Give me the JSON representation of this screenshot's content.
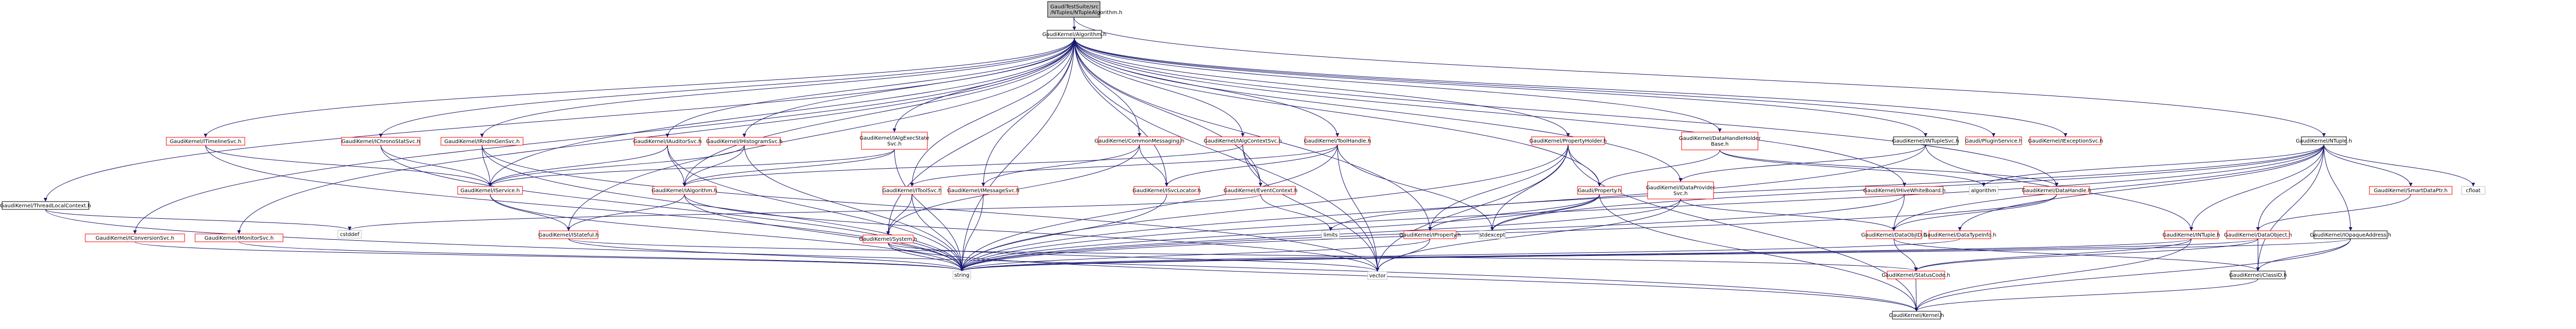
{
  "diagram": {
    "title": "Include dependency graph for GaudiTestSuite/src/NTuples/NTupleAlgorithm.h",
    "colors": {
      "edge": "#191970",
      "root_fill": "#bfbfbf",
      "root_border": "#000000",
      "documented_border": "#000000",
      "truncated_border": "#ff0000",
      "external_border": "#bfbfbf",
      "node_fill": "#ffffff"
    },
    "nodes": [
      {
        "id": "root",
        "lines": [
          "GaudiTestSuite/src",
          "/NTuples/NTupleAlgorithm.h"
        ],
        "kind": "root"
      },
      {
        "id": "algorithm_h",
        "lines": [
          "GaudiKernel/Algorithm.h"
        ],
        "kind": "documented"
      },
      {
        "id": "ntuple_h",
        "lines": [
          "GaudiKernel/NTuple.h"
        ],
        "kind": "documented"
      },
      {
        "id": "threadlocal",
        "lines": [
          "GaudiKernel/ThreadLocalContext.h"
        ],
        "kind": "documented"
      },
      {
        "id": "itimeline",
        "lines": [
          "GaudiKernel/ITimelineSvc.h"
        ],
        "kind": "truncated"
      },
      {
        "id": "ichrono",
        "lines": [
          "GaudiKernel/IChronoStatSvc.h"
        ],
        "kind": "truncated"
      },
      {
        "id": "irndm",
        "lines": [
          "GaudiKernel/IRndmGenSvc.h"
        ],
        "kind": "truncated"
      },
      {
        "id": "iauditor",
        "lines": [
          "GaudiKernel/IAuditorSvc.h"
        ],
        "kind": "truncated"
      },
      {
        "id": "ihisto",
        "lines": [
          "GaudiKernel/IHistogramSvc.h"
        ],
        "kind": "truncated"
      },
      {
        "id": "iexecstate",
        "lines": [
          "GaudiKernel/IAlgExecState",
          "Svc.h"
        ],
        "kind": "truncated"
      },
      {
        "id": "commonmsg",
        "lines": [
          "GaudiKernel/CommonMessaging.h"
        ],
        "kind": "truncated"
      },
      {
        "id": "ialgctx",
        "lines": [
          "GaudiKernel/IAlgContextSvc.h"
        ],
        "kind": "truncated"
      },
      {
        "id": "toolhandle",
        "lines": [
          "GaudiKernel/ToolHandle.h"
        ],
        "kind": "truncated"
      },
      {
        "id": "propholder",
        "lines": [
          "GaudiKernel/PropertyHolder.h"
        ],
        "kind": "truncated"
      },
      {
        "id": "dhholder",
        "lines": [
          "GaudiKernel/DataHandleHolder",
          "Base.h"
        ],
        "kind": "truncated"
      },
      {
        "id": "intuplesvc",
        "lines": [
          "GaudiKernel/INTupleSvc.h"
        ],
        "kind": "documented"
      },
      {
        "id": "pluginsvc",
        "lines": [
          "Gaudi/PluginService.h"
        ],
        "kind": "truncated"
      },
      {
        "id": "iexception",
        "lines": [
          "GaudiKernel/IExceptionSvc.h"
        ],
        "kind": "truncated"
      },
      {
        "id": "iconversion",
        "lines": [
          "GaudiKernel/IConversionSvc.h"
        ],
        "kind": "truncated"
      },
      {
        "id": "imonitor",
        "lines": [
          "GaudiKernel/IMonitorSvc.h"
        ],
        "kind": "truncated"
      },
      {
        "id": "cstddef",
        "lines": [
          "cstddef"
        ],
        "kind": "external"
      },
      {
        "id": "iservice",
        "lines": [
          "GaudiKernel/IService.h"
        ],
        "kind": "truncated"
      },
      {
        "id": "ialgorithm",
        "lines": [
          "GaudiKernel/IAlgorithm.h"
        ],
        "kind": "truncated"
      },
      {
        "id": "itoolsvc",
        "lines": [
          "GaudiKernel/IToolSvc.h"
        ],
        "kind": "truncated"
      },
      {
        "id": "imessagesvc",
        "lines": [
          "GaudiKernel/IMessageSvc.h"
        ],
        "kind": "truncated"
      },
      {
        "id": "isvclocator",
        "lines": [
          "GaudiKernel/ISvcLocator.h"
        ],
        "kind": "truncated"
      },
      {
        "id": "eventctx",
        "lines": [
          "GaudiKernel/EventContext.h"
        ],
        "kind": "truncated"
      },
      {
        "id": "property",
        "lines": [
          "Gaudi/Property.h"
        ],
        "kind": "truncated"
      },
      {
        "id": "idataprov",
        "lines": [
          "GaudiKernel/IDataProvider",
          "Svc.h"
        ],
        "kind": "truncated"
      },
      {
        "id": "ihivewb",
        "lines": [
          "GaudiKernel/IHiveWhiteBoard.h"
        ],
        "kind": "truncated"
      },
      {
        "id": "algorithm_std",
        "lines": [
          "algorithm"
        ],
        "kind": "external"
      },
      {
        "id": "datahandle",
        "lines": [
          "GaudiKernel/DataHandle.h"
        ],
        "kind": "truncated"
      },
      {
        "id": "smartdataptr",
        "lines": [
          "GaudiKernel/SmartDataPtr.h"
        ],
        "kind": "truncated"
      },
      {
        "id": "cfloat",
        "lines": [
          "cfloat"
        ],
        "kind": "external"
      },
      {
        "id": "istateful",
        "lines": [
          "GaudiKernel/IStateful.h"
        ],
        "kind": "truncated"
      },
      {
        "id": "system",
        "lines": [
          "GaudiKernel/System.h"
        ],
        "kind": "truncated"
      },
      {
        "id": "limits",
        "lines": [
          "limits"
        ],
        "kind": "external"
      },
      {
        "id": "iproperty",
        "lines": [
          "GaudiKernel/IProperty.h"
        ],
        "kind": "truncated"
      },
      {
        "id": "stdexcept",
        "lines": [
          "stdexcept"
        ],
        "kind": "external"
      },
      {
        "id": "dataobjid",
        "lines": [
          "GaudiKernel/DataObjID.h"
        ],
        "kind": "truncated"
      },
      {
        "id": "datatypeinfo",
        "lines": [
          "GaudiKernel/DataTypeInfo.h"
        ],
        "kind": "truncated"
      },
      {
        "id": "intuple",
        "lines": [
          "GaudiKernel/INTuple.h"
        ],
        "kind": "truncated"
      },
      {
        "id": "dataobject",
        "lines": [
          "GaudiKernel/DataObject.h"
        ],
        "kind": "truncated"
      },
      {
        "id": "iopaque",
        "lines": [
          "GaudiKernel/IOpaqueAddress.h"
        ],
        "kind": "documented"
      },
      {
        "id": "string",
        "lines": [
          "string"
        ],
        "kind": "external"
      },
      {
        "id": "vector",
        "lines": [
          "vector"
        ],
        "kind": "external"
      },
      {
        "id": "statuscode",
        "lines": [
          "GaudiKernel/StatusCode.h"
        ],
        "kind": "truncated"
      },
      {
        "id": "classid",
        "lines": [
          "GaudiKernel/ClassID.h"
        ],
        "kind": "documented"
      },
      {
        "id": "kernel",
        "lines": [
          "GaudiKernel/Kernel.h"
        ],
        "kind": "documented"
      }
    ],
    "edges": [
      [
        "root",
        "algorithm_h"
      ],
      [
        "root",
        "ntuple_h"
      ],
      [
        "algorithm_h",
        "threadlocal"
      ],
      [
        "algorithm_h",
        "itimeline"
      ],
      [
        "algorithm_h",
        "ichrono"
      ],
      [
        "algorithm_h",
        "irndm"
      ],
      [
        "algorithm_h",
        "iauditor"
      ],
      [
        "algorithm_h",
        "ihisto"
      ],
      [
        "algorithm_h",
        "iexecstate"
      ],
      [
        "algorithm_h",
        "commonmsg"
      ],
      [
        "algorithm_h",
        "ialgctx"
      ],
      [
        "algorithm_h",
        "toolhandle"
      ],
      [
        "algorithm_h",
        "propholder"
      ],
      [
        "algorithm_h",
        "dhholder"
      ],
      [
        "algorithm_h",
        "intuplesvc"
      ],
      [
        "algorithm_h",
        "pluginsvc"
      ],
      [
        "algorithm_h",
        "iexception"
      ],
      [
        "algorithm_h",
        "iconversion"
      ],
      [
        "algorithm_h",
        "imonitor"
      ],
      [
        "algorithm_h",
        "iservice"
      ],
      [
        "algorithm_h",
        "ialgorithm"
      ],
      [
        "algorithm_h",
        "itoolsvc"
      ],
      [
        "algorithm_h",
        "imessagesvc"
      ],
      [
        "algorithm_h",
        "isvclocator"
      ],
      [
        "algorithm_h",
        "eventctx"
      ],
      [
        "algorithm_h",
        "property"
      ],
      [
        "algorithm_h",
        "idataprov"
      ],
      [
        "algorithm_h",
        "ihivewb"
      ],
      [
        "algorithm_h",
        "istateful"
      ],
      [
        "algorithm_h",
        "system"
      ],
      [
        "algorithm_h",
        "iproperty"
      ],
      [
        "algorithm_h",
        "string"
      ],
      [
        "algorithm_h",
        "vector"
      ],
      [
        "algorithm_h",
        "datahandle"
      ],
      [
        "threadlocal",
        "cstddef"
      ],
      [
        "threadlocal",
        "kernel"
      ],
      [
        "itimeline",
        "iservice"
      ],
      [
        "itimeline",
        "string"
      ],
      [
        "ichrono",
        "iservice"
      ],
      [
        "ichrono",
        "string"
      ],
      [
        "irndm",
        "iservice"
      ],
      [
        "irndm",
        "string"
      ],
      [
        "irndm",
        "vector"
      ],
      [
        "iauditor",
        "iservice"
      ],
      [
        "iauditor",
        "ialgorithm"
      ],
      [
        "iauditor",
        "string"
      ],
      [
        "ihisto",
        "iservice"
      ],
      [
        "ihisto",
        "ialgorithm"
      ],
      [
        "ihisto",
        "string"
      ],
      [
        "iexecstate",
        "ialgorithm"
      ],
      [
        "iexecstate",
        "iservice"
      ],
      [
        "iexecstate",
        "string"
      ],
      [
        "commonmsg",
        "imessagesvc"
      ],
      [
        "commonmsg",
        "isvclocator"
      ],
      [
        "commonmsg",
        "system"
      ],
      [
        "ialgctx",
        "eventctx"
      ],
      [
        "ialgctx",
        "ialgorithm"
      ],
      [
        "ialgctx",
        "vector"
      ],
      [
        "toolhandle",
        "isvclocator"
      ],
      [
        "toolhandle",
        "itoolsvc"
      ],
      [
        "toolhandle",
        "string"
      ],
      [
        "toolhandle",
        "stdexcept"
      ],
      [
        "toolhandle",
        "vector"
      ],
      [
        "propholder",
        "property"
      ],
      [
        "propholder",
        "iproperty"
      ],
      [
        "propholder",
        "string"
      ],
      [
        "propholder",
        "stdexcept"
      ],
      [
        "propholder",
        "vector"
      ],
      [
        "propholder",
        "kernel"
      ],
      [
        "dhholder",
        "property"
      ],
      [
        "dhholder",
        "datahandle"
      ],
      [
        "dhholder",
        "algorithm_std"
      ],
      [
        "intuplesvc",
        "idataprov"
      ],
      [
        "intuplesvc",
        "intuple"
      ],
      [
        "intuplesvc",
        "string"
      ],
      [
        "iconversion",
        "string"
      ],
      [
        "imonitor",
        "string"
      ],
      [
        "iservice",
        "istateful"
      ],
      [
        "iservice",
        "string"
      ],
      [
        "ialgorithm",
        "istateful"
      ],
      [
        "ialgorithm",
        "string"
      ],
      [
        "ialgorithm",
        "vector"
      ],
      [
        "itoolsvc",
        "system"
      ],
      [
        "itoolsvc",
        "string"
      ],
      [
        "imessagesvc",
        "string"
      ],
      [
        "isvclocator",
        "string"
      ],
      [
        "eventctx",
        "cstddef"
      ],
      [
        "eventctx",
        "limits"
      ],
      [
        "property",
        "iproperty"
      ],
      [
        "property",
        "stdexcept"
      ],
      [
        "property",
        "string"
      ],
      [
        "property",
        "kernel"
      ],
      [
        "idataprov",
        "dataobjid"
      ],
      [
        "idataprov",
        "string"
      ],
      [
        "idataprov",
        "vector"
      ],
      [
        "ihivewb",
        "dataobjid"
      ],
      [
        "ihivewb",
        "string"
      ],
      [
        "datahandle",
        "dataobjid"
      ],
      [
        "datahandle",
        "string"
      ],
      [
        "ntuple_h",
        "smartdataptr"
      ],
      [
        "ntuple_h",
        "cfloat"
      ],
      [
        "ntuple_h",
        "algorithm_std"
      ],
      [
        "ntuple_h",
        "intuple"
      ],
      [
        "ntuple_h",
        "dataobject"
      ],
      [
        "ntuple_h",
        "iopaque"
      ],
      [
        "ntuple_h",
        "datatypeinfo"
      ],
      [
        "ntuple_h",
        "stdexcept"
      ],
      [
        "ntuple_h",
        "limits"
      ],
      [
        "ntuple_h",
        "string"
      ],
      [
        "ntuple_h",
        "classid"
      ],
      [
        "ntuple_h",
        "dataobjid"
      ],
      [
        "smartdataptr",
        "dataobject"
      ],
      [
        "istateful",
        "string"
      ],
      [
        "istateful",
        "statuscode"
      ],
      [
        "system",
        "string"
      ],
      [
        "system",
        "vector"
      ],
      [
        "system",
        "kernel"
      ],
      [
        "iproperty",
        "vector"
      ],
      [
        "iproperty",
        "string"
      ],
      [
        "dataobjid",
        "statuscode"
      ],
      [
        "dataobjid",
        "classid"
      ],
      [
        "datatypeinfo",
        "string"
      ],
      [
        "intuple",
        "string"
      ],
      [
        "intuple",
        "statuscode"
      ],
      [
        "intuple",
        "kernel"
      ],
      [
        "dataobject",
        "classid"
      ],
      [
        "dataobject",
        "statuscode"
      ],
      [
        "dataobject",
        "string"
      ],
      [
        "iopaque",
        "classid"
      ],
      [
        "iopaque",
        "kernel"
      ],
      [
        "iopaque",
        "string"
      ],
      [
        "statuscode",
        "kernel"
      ],
      [
        "classid",
        "kernel"
      ]
    ]
  }
}
